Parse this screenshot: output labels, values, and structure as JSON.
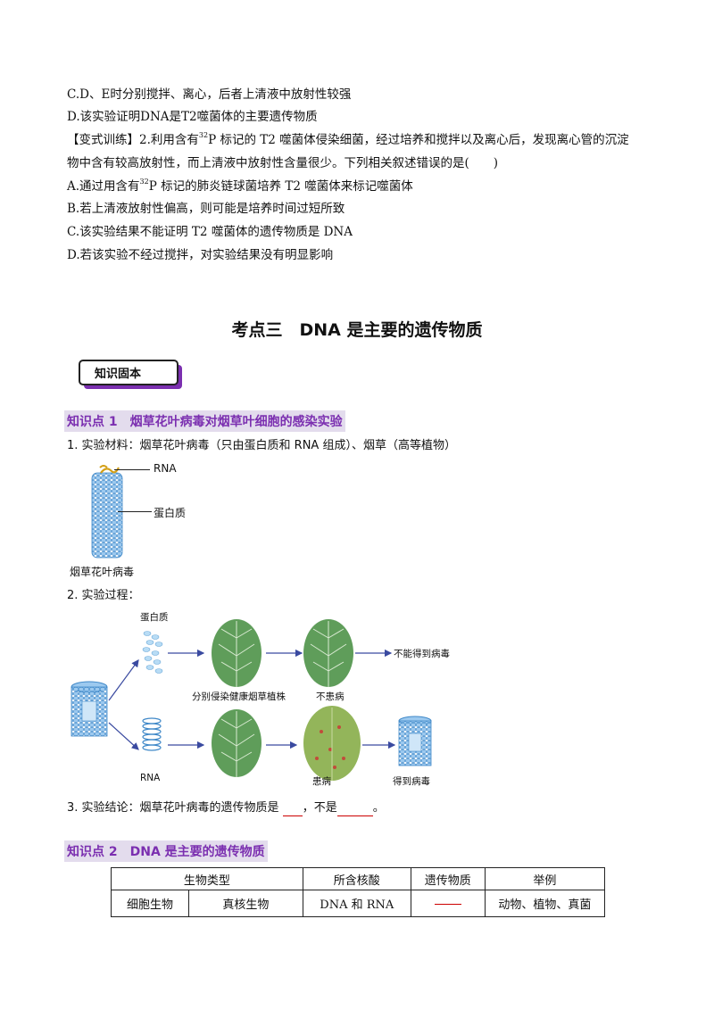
{
  "lines": {
    "c": "C.D、E时分别搅拌、离心，后者上清液中放射性较强",
    "d": "D.该实验证明DNA是T2噬菌体的主要遗传物质",
    "q_a": "【变式训练】2.利用含有",
    "q_sup": "32",
    "q_b": "P 标记的 T2 噬菌体侵染细菌，经过培养和搅拌以及离心后，发现离心管的沉淀",
    "q2": "物中含有较高放射性，而上清液中放射性含量很少。下列相关叙述错误的是(　　)",
    "a_a": "A.通过用含有",
    "a_sup": "32",
    "a_b": "P 标记的肺炎链球菌培养 T2 噬菌体来标记噬菌体",
    "b": "B.若上清液放射性偏高，则可能是培养时间过短所致",
    "c2": "C.该实验结果不能证明 T2 噬菌体的遗传物质是 DNA",
    "d2": "D.若该实验不经过搅拌，对实验结果没有明显影响"
  },
  "section_title": "考点三　DNA 是主要的遗传物质",
  "badge_label": "知识固本",
  "kp1": "知识点 1　烟草花叶病毒对烟草叶细胞的感染实验",
  "p1": "1. 实验材料：烟草花叶病毒（只由蛋白质和 RNA 组成）、烟草（高等植物）",
  "fig1": {
    "rna": "RNA",
    "protein": "蛋白质",
    "caption": "烟草花叶病毒"
  },
  "p2": "2. 实验过程：",
  "fig2": {
    "protein": "蛋白质",
    "no_virus": "不能得到病毒",
    "infect": "分别侵染健康烟草植株",
    "healthy": "不患病",
    "rna": "RNA",
    "sick": "患病",
    "got_virus": "得到病毒"
  },
  "p3_a": "3. 实验结论：烟草花叶病毒的遗传物质是",
  "p3_b": "，不是",
  "p3_c": "。",
  "kp2": "知识点 2　DNA 是主要的遗传物质",
  "table": {
    "headers": [
      "生物类型",
      "所含核酸",
      "遗传物质",
      "举例"
    ],
    "row": [
      "细胞生物",
      "真核生物",
      "DNA 和 RNA",
      "",
      "动物、植物、真菌"
    ]
  },
  "colors": {
    "accent": "#7b2fb0",
    "highlight": "#e3dced",
    "blank": "#cc0000"
  }
}
